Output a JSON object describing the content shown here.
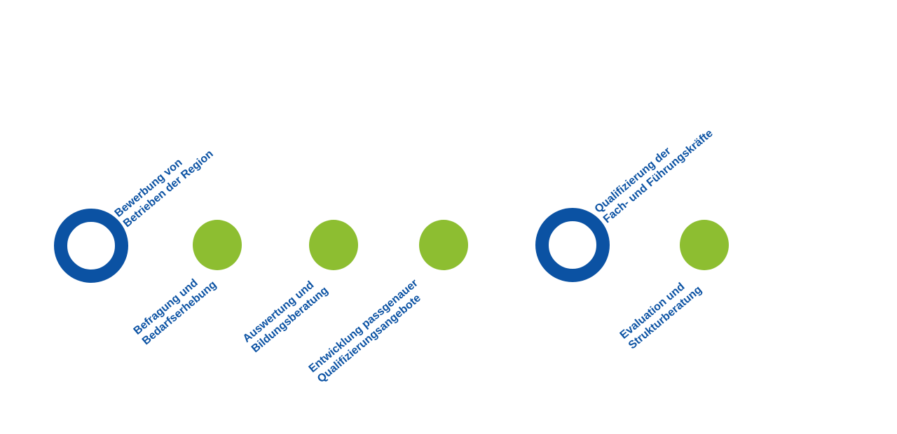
{
  "colors": {
    "blue": "#0b52a3",
    "green": "#8dbe31"
  },
  "steps": [
    {
      "kind": "ring",
      "lines": [
        "Bewerbung von",
        "Betrieben der Region"
      ]
    },
    {
      "kind": "dot",
      "lines": [
        "Befragung und",
        "Bedarfserhebung"
      ]
    },
    {
      "kind": "dot",
      "lines": [
        "Auswertung und",
        "Bildungsberatung"
      ]
    },
    {
      "kind": "dot",
      "lines": [
        "Entwicklung passgenauer",
        "Qualifizierungsangebote"
      ]
    },
    {
      "kind": "ring",
      "lines": [
        "Qualifizierung der",
        "Fach- und Führungskräfte"
      ]
    },
    {
      "kind": "dot",
      "lines": [
        "Evaluation und",
        "Strukturberatung"
      ]
    }
  ]
}
